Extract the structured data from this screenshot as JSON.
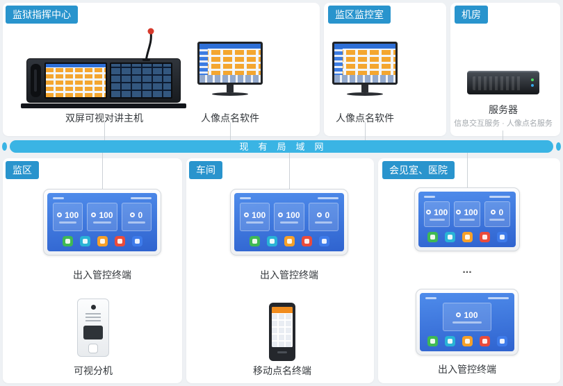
{
  "badges": {
    "command_center": "监狱指挥中心",
    "monitor_room": "监区监控室",
    "machine_room": "机房",
    "prison_area": "监区",
    "workshop": "车间",
    "meeting_hospital": "会见室、医院"
  },
  "lan": {
    "label": "现有局域网"
  },
  "devices": {
    "intercom_host_label": "双屏可视对讲主机",
    "rollcall_software_label": "人像点名软件",
    "server_label": "服务器",
    "server_sublabel": "信息交互服务 · 人像点名服务",
    "access_terminal_label": "出入管控终端",
    "video_extension_label": "可视分机",
    "mobile_terminal_label": "移动点名终端",
    "ellipsis": "..."
  },
  "tablets": {
    "t1": {
      "stats": [
        "100",
        "100",
        "0"
      ]
    },
    "t2": {
      "stats": [
        "100",
        "100",
        "0"
      ]
    },
    "t3": {
      "stats": [
        "100",
        "100",
        "0"
      ]
    },
    "t4": {
      "stats": [
        "100"
      ]
    }
  },
  "colors": {
    "badge_blue": "#2994cd",
    "lan_blue": "#3ab4e4",
    "tablet_screen_blue": "#3a72dc",
    "software_accent_orange": "#f4a62f"
  }
}
